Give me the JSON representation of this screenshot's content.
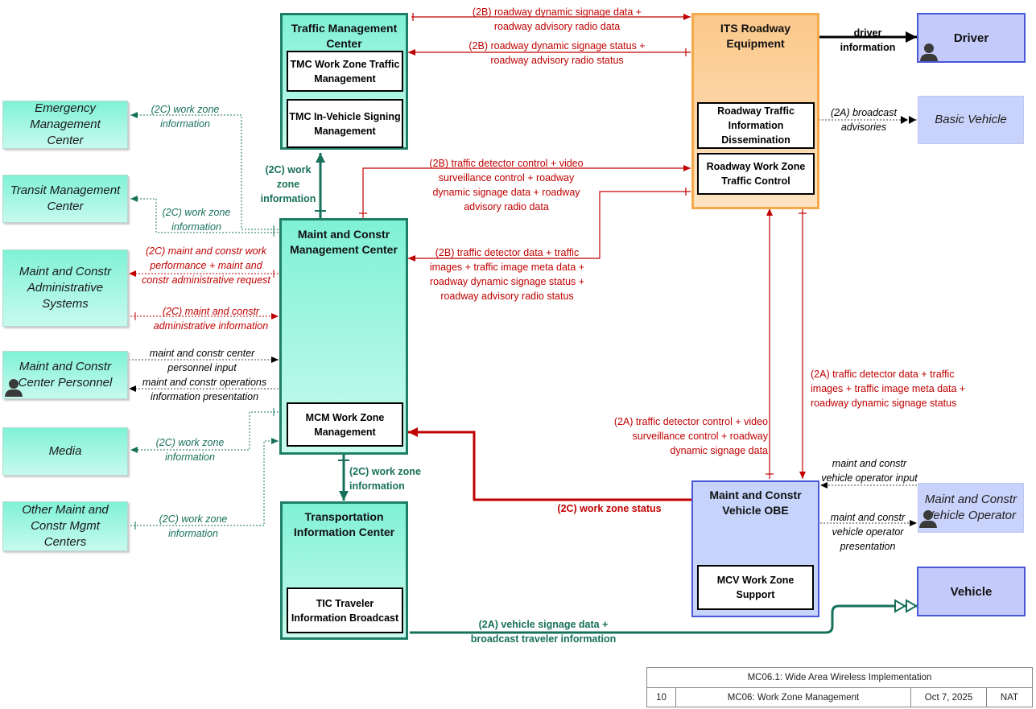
{
  "nodes": {
    "tmc": {
      "title": "Traffic Management Center",
      "subs": [
        "TMC Work Zone Traffic Management",
        "TMC In-Vehicle Signing Management"
      ]
    },
    "its": {
      "title": "ITS Roadway Equipment",
      "subs": [
        "Roadway Traffic Information Dissemination",
        "Roadway Work Zone Traffic Control"
      ]
    },
    "mcmc": {
      "title": "Maint and Constr Management Center",
      "sub": "MCM Work Zone Management"
    },
    "tic": {
      "title": "Transportation Information Center",
      "sub": "TIC Traveler Information Broadcast"
    },
    "obe": {
      "title": "Maint and Constr Vehicle OBE",
      "sub": "MCV Work Zone Support"
    },
    "driver": "Driver",
    "basic_vehicle": "Basic Vehicle",
    "vehicle": "Vehicle",
    "mc_operator": "Maint and Constr Vehicle Operator",
    "ext": {
      "emc": "Emergency Management Center",
      "transit": "Transit Management Center",
      "admin": "Maint and Constr Administrative Systems",
      "personnel": "Maint and Constr Center Personnel",
      "media": "Media",
      "other": "Other Maint and Constr Mgmt Centers"
    }
  },
  "flows": {
    "f1": "(2B) roadway dynamic signage data + roadway advisory radio data",
    "f2": "(2B) roadway dynamic signage status + roadway advisory radio status",
    "f3": "driver information",
    "f4": "(2A) broadcast advisories",
    "f5": "(2B) traffic detector control + video surveillance control + roadway dynamic signage data + roadway advisory radio data",
    "f6": "(2B) traffic detector data + traffic images + traffic image meta data + roadway dynamic signage status + roadway advisory radio status",
    "f7": "(2C) work zone information",
    "f8": "(2C) work zone information",
    "f9": "(2C) work zone information",
    "f10": "(2C) maint and constr work performance + maint and constr administrative request",
    "f11": "(2C) maint and constr administrative information",
    "f12": "maint and constr center personnel input",
    "f13": "maint and constr operations information presentation",
    "f14": "(2C) work zone information",
    "f15": "(2C) work zone information",
    "f16": "(2C) work zone information",
    "f17": "(2A) traffic detector data + traffic images + traffic image meta data + roadway dynamic signage status",
    "f18": "(2A) traffic detector control + video surveillance control + roadway dynamic signage data",
    "f19": "maint and constr vehicle operator input",
    "f20": "maint and constr vehicle operator presentation",
    "f21": "(2C) work zone status",
    "f22": "(2A) vehicle signage data + broadcast traveler information"
  },
  "footer": {
    "title": "MC06.1: Wide Area Wireless Implementation",
    "page": "10",
    "package": "MC06: Work Zone Management",
    "date": "Oct 7, 2025",
    "scope": "NAT"
  },
  "colors": {
    "red": "#c00000",
    "green": "#17705a",
    "blue": "#4a56d8",
    "orange": "#f5a94a"
  }
}
